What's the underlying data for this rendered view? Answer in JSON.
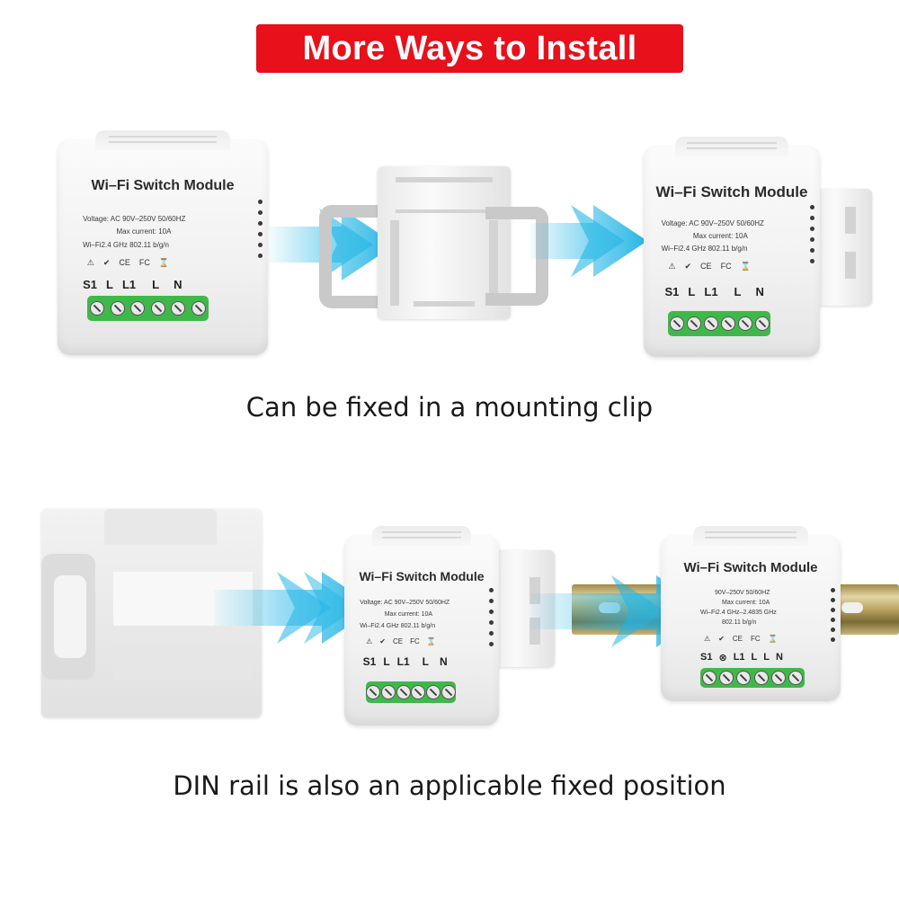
{
  "banner": {
    "title": "More Ways to Install",
    "color": "#e8101a"
  },
  "captions": {
    "mounting_clip": "Can be fixed in a mounting clip",
    "din_rail": "DIN rail is also an applicable fixed position"
  },
  "module_standard": {
    "title": "Wi–Fi Switch Module",
    "voltage": "Voltage: AC 90V–250V   50/60HZ",
    "current": "Max current: 10A",
    "wifi": "Wi–Fi2.4 GHz    802.11 b/g/n",
    "marks": [
      "⚠",
      "✔",
      "CE",
      "FC",
      "⌛"
    ],
    "terminals": [
      "S1",
      "L",
      "L1",
      "L",
      "N"
    ]
  },
  "module_din": {
    "title": "Wi–Fi Switch Module",
    "voltage": "90V–250V   50/60HZ",
    "current": "Max current: 10A",
    "wifi": "Wi–Fi2.4 GHz–2.4835 GHz",
    "protocol": "802.11 b/g/n",
    "marks": [
      "⚠",
      "✔",
      "CE",
      "FC",
      "⌛"
    ],
    "terminals": [
      "S1",
      "⊗",
      "L1",
      "L",
      "L",
      "N"
    ]
  },
  "colors": {
    "arrow": "#28b8e6",
    "terminal": "#3fb84a"
  }
}
